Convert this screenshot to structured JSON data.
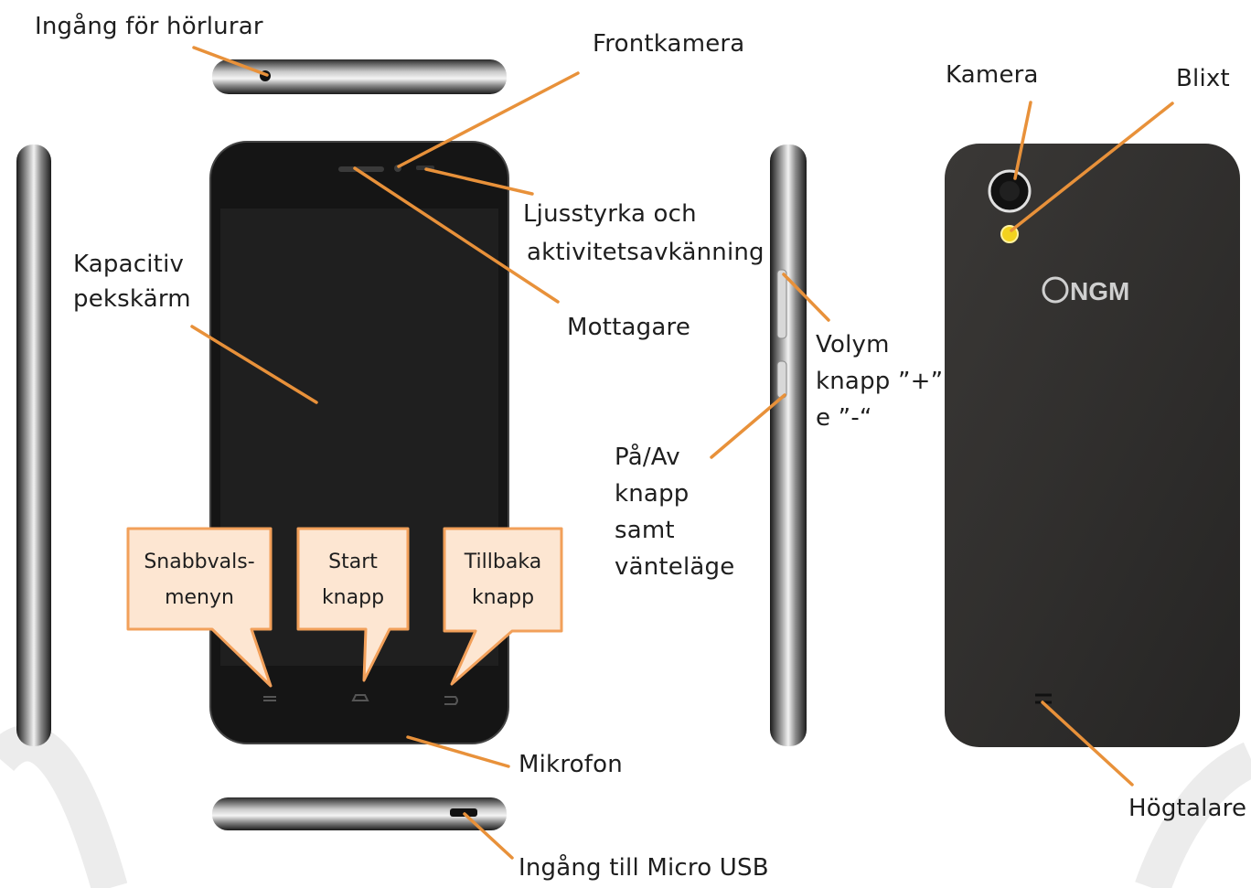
{
  "labels": {
    "headphone_jack": "Ingång för hörlurar",
    "front_camera": "Frontkamera",
    "light_sensor": [
      "Ljusstyrka och",
      "aktivitetsavkänning"
    ],
    "touchscreen": [
      "Kapacitiv",
      "pekskärm"
    ],
    "receiver": "Mottagare",
    "volume": [
      "Volym",
      "knapp ”+”",
      "e ”-“"
    ],
    "power": [
      "På/Av",
      "knapp",
      "samt",
      "vänteläge"
    ],
    "camera": "Kamera",
    "flash": "Blixt",
    "microphone": "Mikrofon",
    "micro_usb": "Ingång till Micro USB",
    "speaker": "Högtalare"
  },
  "callouts": {
    "menu": [
      "Snabbvals-",
      "menyn"
    ],
    "home": [
      "Start",
      "knapp"
    ],
    "back": [
      "Tillbaka",
      "knapp"
    ]
  },
  "brand_logo": "NGM",
  "colors": {
    "leader": "#e8913a",
    "callout_fill": "#fde6d2",
    "callout_stroke": "#f2a05a",
    "phone_body": "#151515",
    "phone_back": "#2b2a29",
    "flash": "#f2d21e"
  }
}
